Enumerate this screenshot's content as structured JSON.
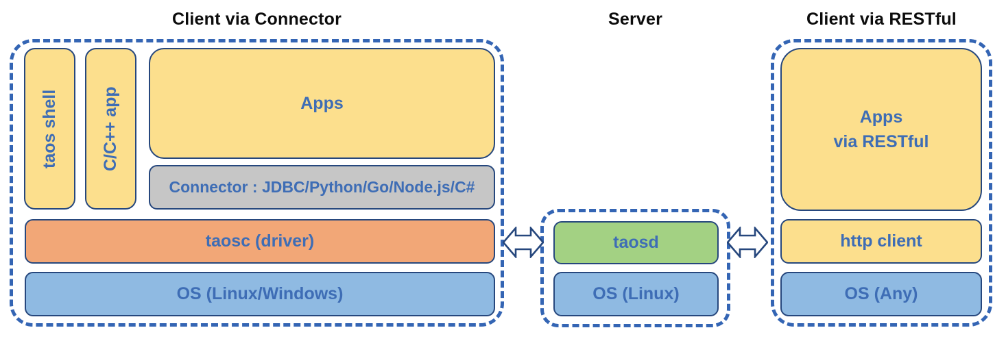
{
  "sections": [
    {
      "title": "Client via Connector",
      "boxes": {
        "taos_shell": "taos shell",
        "cpp_app": "C/C++ app",
        "apps": "Apps",
        "connector": "Connector : JDBC/Python/Go/Node.js/C#",
        "taosc": "taosc (driver)",
        "os": "OS (Linux/Windows)"
      }
    },
    {
      "title": "Server",
      "boxes": {
        "taosd": "taosd",
        "os": "OS (Linux)"
      }
    },
    {
      "title": "Client via RESTful",
      "boxes": {
        "apps_line1": "Apps",
        "apps_line2": "via RESTful",
        "http_client": "http client",
        "os": "OS (Any)"
      }
    }
  ],
  "arrows": [
    {
      "name": "client-server-link",
      "type": "double-headed"
    },
    {
      "name": "server-restful-link",
      "type": "double-headed"
    }
  ],
  "colors": {
    "dashed_border": "#3465b4",
    "box_border": "#26477d",
    "label_blue": "#3e6db5",
    "yellow": "#fcdf8d",
    "gray": "#c6c6c6",
    "orange": "#f2a777",
    "blue": "#8fbae2",
    "green": "#a3d183"
  }
}
